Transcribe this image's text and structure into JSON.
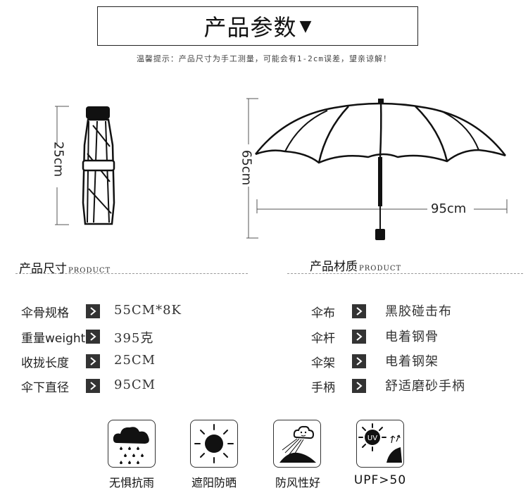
{
  "header": {
    "title": "产品参数",
    "title_arrow": "▼",
    "tip": "温馨提示：产品尺寸为手工测量，可能会有1-2cm误差，望亲谅解！"
  },
  "dimensions": {
    "folded_length": "25cm",
    "open_height": "65cm",
    "open_width": "95cm"
  },
  "sections": {
    "size": {
      "title": "产品尺寸",
      "subtitle": "PRODUCT"
    },
    "material": {
      "title": "产品材质",
      "subtitle": "PRODUCT"
    }
  },
  "specs_left": [
    {
      "label": "伞骨规格",
      "value": "55CM*8K"
    },
    {
      "label": "重量weight",
      "value": "395克"
    },
    {
      "label": "收拢长度",
      "value": "25CM"
    },
    {
      "label": "伞下直径",
      "value": "95CM"
    }
  ],
  "specs_right": [
    {
      "label": "伞布",
      "value": "黑胶碰击布"
    },
    {
      "label": "伞杆",
      "value": "电着钢骨"
    },
    {
      "label": "伞架",
      "value": "电着钢架"
    },
    {
      "label": "手柄",
      "value": "舒适磨砂手柄"
    }
  ],
  "features": [
    {
      "label": "无惧抗雨",
      "icon": "rain-cloud-icon"
    },
    {
      "label": "遮阳防晒",
      "icon": "sun-icon"
    },
    {
      "label": "防风性好",
      "icon": "wind-cloud-icon"
    },
    {
      "label": "UPF>50",
      "icon": "uv-shield-icon",
      "badge": "UV"
    }
  ],
  "colors": {
    "ink": "#222222",
    "chevron_bg": "#333333"
  }
}
